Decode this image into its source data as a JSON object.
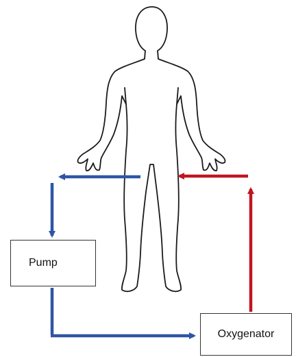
{
  "diagram": {
    "pump_label": "Pump",
    "oxygenator_label": "Oxygenator",
    "colors": {
      "venous": "#2e55a5",
      "arterial": "#c01520",
      "outline": "#1a1a1a",
      "box_border": "#333333"
    },
    "icons": [
      "human-body-outline",
      "flow-arrow"
    ]
  }
}
